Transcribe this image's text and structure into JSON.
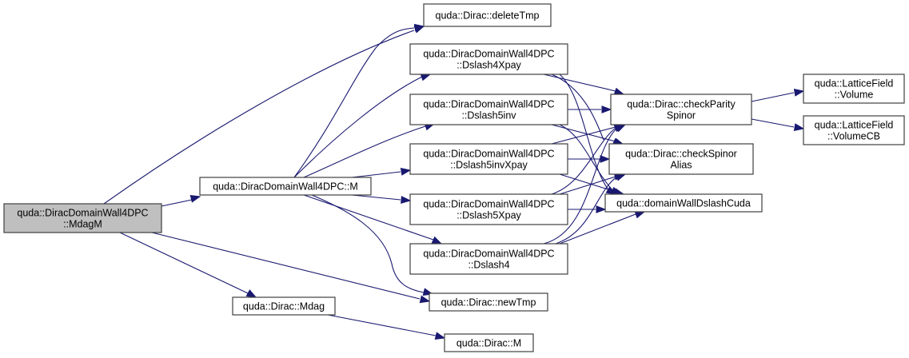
{
  "diagram": {
    "type": "call-graph",
    "edge_color": "#191970",
    "root_fill": "#bfbfbf",
    "node_fill": "#ffffff",
    "nodes": [
      {
        "id": "mdagm",
        "lines": [
          "quda::DiracDomainWall4DPC",
          "::MdagM"
        ],
        "root": true
      },
      {
        "id": "dw4dpc_m",
        "lines": [
          "quda::DiracDomainWall4DPC::M"
        ]
      },
      {
        "id": "dirac_mdag",
        "lines": [
          "quda::Dirac::Mdag"
        ]
      },
      {
        "id": "deletetmp",
        "lines": [
          "quda::Dirac::deleteTmp"
        ]
      },
      {
        "id": "dslash4xpay",
        "lines": [
          "quda::DiracDomainWall4DPC",
          "::Dslash4Xpay"
        ]
      },
      {
        "id": "dslash5inv",
        "lines": [
          "quda::DiracDomainWall4DPC",
          "::Dslash5inv"
        ]
      },
      {
        "id": "dslash5invxpay",
        "lines": [
          "quda::DiracDomainWall4DPC",
          "::Dslash5invXpay"
        ]
      },
      {
        "id": "dslash5xpay",
        "lines": [
          "quda::DiracDomainWall4DPC",
          "::Dslash5Xpay"
        ]
      },
      {
        "id": "dslash4",
        "lines": [
          "quda::DiracDomainWall4DPC",
          "::Dslash4"
        ]
      },
      {
        "id": "newtmp",
        "lines": [
          "quda::Dirac::newTmp"
        ]
      },
      {
        "id": "dirac_m",
        "lines": [
          "quda::Dirac::M"
        ]
      },
      {
        "id": "checkparity",
        "lines": [
          "quda::Dirac::checkParity",
          "Spinor"
        ]
      },
      {
        "id": "checkalias",
        "lines": [
          "quda::Dirac::checkSpinor",
          "Alias"
        ]
      },
      {
        "id": "dwdslashcuda",
        "lines": [
          "quda::domainWallDslashCuda"
        ]
      },
      {
        "id": "volume",
        "lines": [
          "quda::LatticeField",
          "::Volume"
        ]
      },
      {
        "id": "volumecb",
        "lines": [
          "quda::LatticeField",
          "::VolumeCB"
        ]
      }
    ],
    "edges": [
      [
        "mdagm",
        "deletetmp"
      ],
      [
        "mdagm",
        "dw4dpc_m"
      ],
      [
        "mdagm",
        "newtmp"
      ],
      [
        "mdagm",
        "dirac_mdag"
      ],
      [
        "dw4dpc_m",
        "deletetmp"
      ],
      [
        "dw4dpc_m",
        "dslash4xpay"
      ],
      [
        "dw4dpc_m",
        "dslash5inv"
      ],
      [
        "dw4dpc_m",
        "dslash5invxpay"
      ],
      [
        "dw4dpc_m",
        "dslash5xpay"
      ],
      [
        "dw4dpc_m",
        "dslash4"
      ],
      [
        "dw4dpc_m",
        "newtmp"
      ],
      [
        "dirac_mdag",
        "dirac_m"
      ],
      [
        "dslash4xpay",
        "checkparity"
      ],
      [
        "dslash4xpay",
        "checkalias"
      ],
      [
        "dslash4xpay",
        "dwdslashcuda"
      ],
      [
        "dslash5inv",
        "checkparity"
      ],
      [
        "dslash5inv",
        "checkalias"
      ],
      [
        "dslash5inv",
        "dwdslashcuda"
      ],
      [
        "dslash5invxpay",
        "checkparity"
      ],
      [
        "dslash5invxpay",
        "checkalias"
      ],
      [
        "dslash5invxpay",
        "dwdslashcuda"
      ],
      [
        "dslash5xpay",
        "checkparity"
      ],
      [
        "dslash5xpay",
        "checkalias"
      ],
      [
        "dslash5xpay",
        "dwdslashcuda"
      ],
      [
        "dslash4",
        "checkparity"
      ],
      [
        "dslash4",
        "checkalias"
      ],
      [
        "dslash4",
        "dwdslashcuda"
      ],
      [
        "checkparity",
        "volume"
      ],
      [
        "checkparity",
        "volumecb"
      ]
    ]
  }
}
